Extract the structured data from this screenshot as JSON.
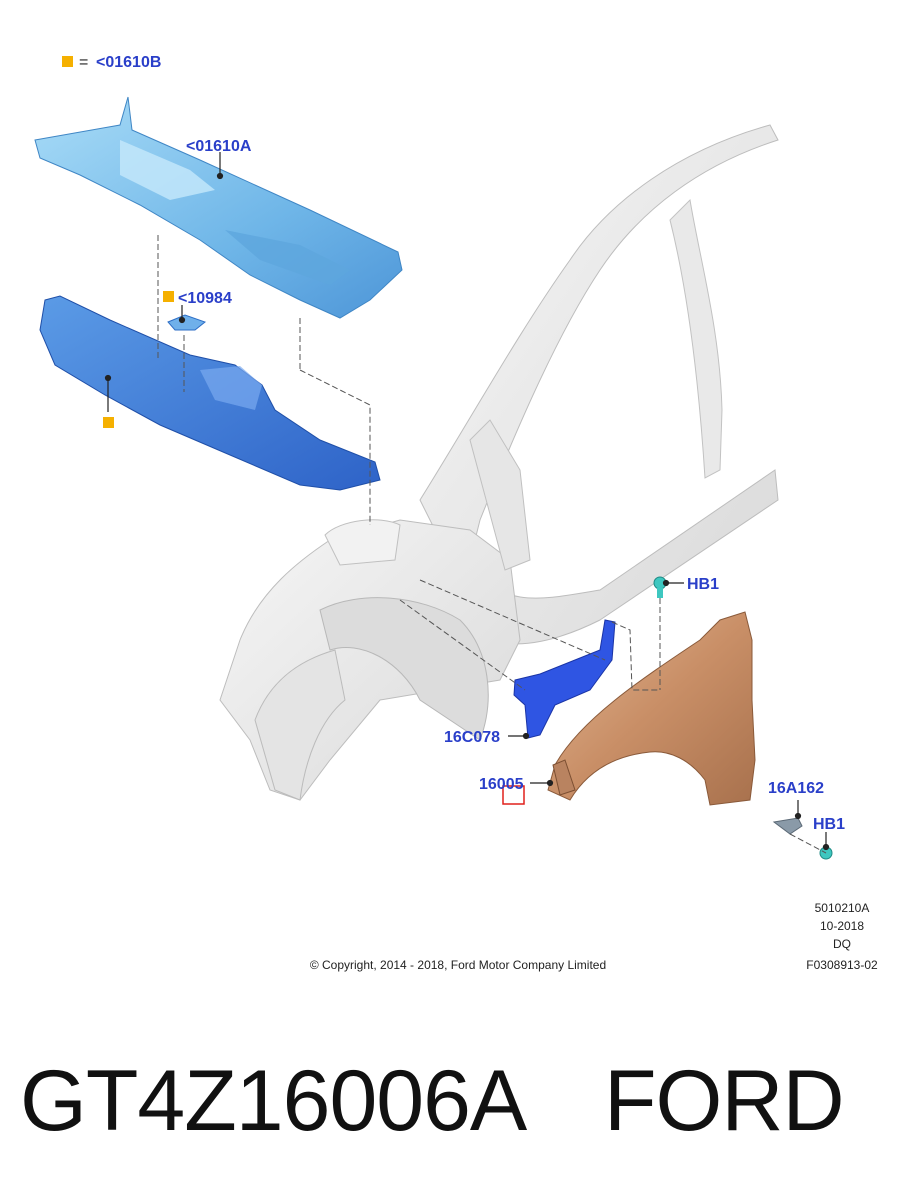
{
  "legend": {
    "marker_color": "#f5b000",
    "equals": "=",
    "label": "<01610B"
  },
  "callouts": {
    "panel_upper": "<01610A",
    "bracket_small": "<10984",
    "bolt_top": "HB1",
    "fender_bracket": "16C078",
    "fender": "16005",
    "fender_support": "16A162",
    "bolt_bottom": "HB1"
  },
  "meta": {
    "line1": "5010210A",
    "line2": "10-2018",
    "line3": "DQ",
    "line4": "F0308913-02"
  },
  "copyright": "© Copyright, 2014 - 2018, Ford Motor Company Limited",
  "footer": {
    "part_number": "GT4Z16006A",
    "brand": "FORD"
  },
  "colors": {
    "callout_text": "#2a3fc9",
    "panel_light_blue": "#7ec3ee",
    "panel_blue": "#3f7fdc",
    "bracket_blue": "#2c4fe0",
    "fender": "#c9936c",
    "bolt_teal": "#3ec7c0",
    "body_grey": "#ececec",
    "highlight_red": "#e0201c"
  },
  "icons": [
    "legend-square-icon",
    "red-highlight-square-icon"
  ]
}
